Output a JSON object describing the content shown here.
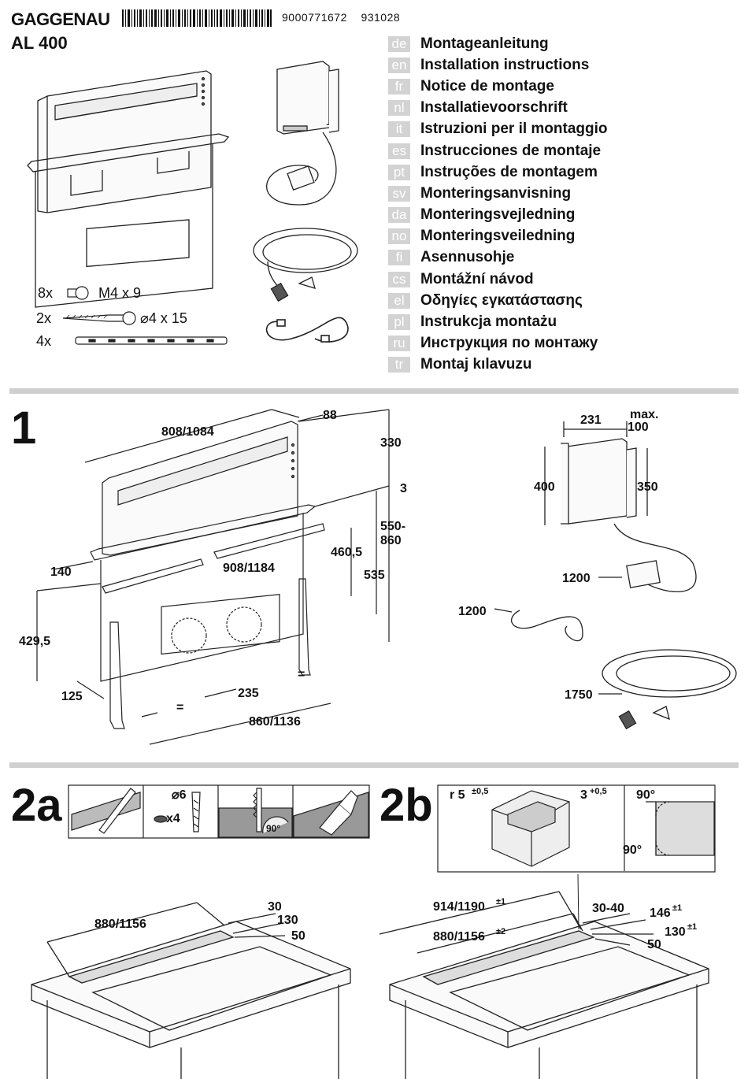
{
  "header": {
    "brand": "GAGGENAU",
    "model": "AL 400",
    "code1": "9000771672",
    "code2": "931028"
  },
  "languages": [
    {
      "code": "de",
      "title": "Montageanleitung"
    },
    {
      "code": "en",
      "title": "Installation instructions"
    },
    {
      "code": "fr",
      "title": "Notice de montage"
    },
    {
      "code": "nl",
      "title": "Installatievoorschrift"
    },
    {
      "code": "it",
      "title": "Istruzioni per il montaggio"
    },
    {
      "code": "es",
      "title": "Instrucciones de montaje"
    },
    {
      "code": "pt",
      "title": "Instruções de montagem"
    },
    {
      "code": "sv",
      "title": "Monteringsanvisning"
    },
    {
      "code": "da",
      "title": "Monteringsvejledning"
    },
    {
      "code": "no",
      "title": "Monteringsveiledning"
    },
    {
      "code": "fi",
      "title": "Asennusohje"
    },
    {
      "code": "cs",
      "title": "Montážní návod"
    },
    {
      "code": "el",
      "title": "Οδηγίες εγκατάστασης"
    },
    {
      "code": "pl",
      "title": "Instrukcja montażu"
    },
    {
      "code": "ru",
      "title": "Инструкция по монтажу"
    },
    {
      "code": "tr",
      "title": "Montaj kılavuzu"
    }
  ],
  "parts": [
    {
      "qty": "8x",
      "label": "M4 x 9"
    },
    {
      "qty": "2x",
      "label": "⌀4 x 15"
    },
    {
      "qty": "4x",
      "label": ""
    }
  ],
  "step1": {
    "number": "1",
    "dims": {
      "width_top": "808/1084",
      "depth": "88",
      "height_up": "330",
      "gap": "3",
      "range": "550-\n860",
      "range_a": "550-",
      "range_b": "860",
      "h4605": "460,5",
      "h535": "535",
      "w908": "908/1184",
      "d140": "140",
      "h4295": "429,5",
      "d125": "125",
      "eq": "=",
      "w235": "235",
      "w860": "860/1136",
      "box_w": "231",
      "box_max": "max.",
      "box_max_val": "100",
      "box_h400": "400",
      "box_h350": "350",
      "cable1": "1200",
      "cable2": "1200",
      "cable3": "1750"
    }
  },
  "step2a": {
    "number": "2a",
    "drill": "⌀6",
    "drill_count": "x4",
    "angle": "90°",
    "d880": "880/1156",
    "d30": "30",
    "d130": "130",
    "d50": "50"
  },
  "step2b": {
    "number": "2b",
    "radius": "r 5",
    "radius_tol": "±0,5",
    "depth": "3",
    "depth_tol": "+0,5",
    "angle1": "90°",
    "angle2": "90°",
    "d914": "914/1190",
    "d914_tol": "±1",
    "d880": "880/1156",
    "d880_tol": "±2",
    "d3040": "30-40",
    "d146": "146",
    "d146_tol": "±1",
    "d130": "130",
    "d130_tol": "±1",
    "d50": "50"
  }
}
